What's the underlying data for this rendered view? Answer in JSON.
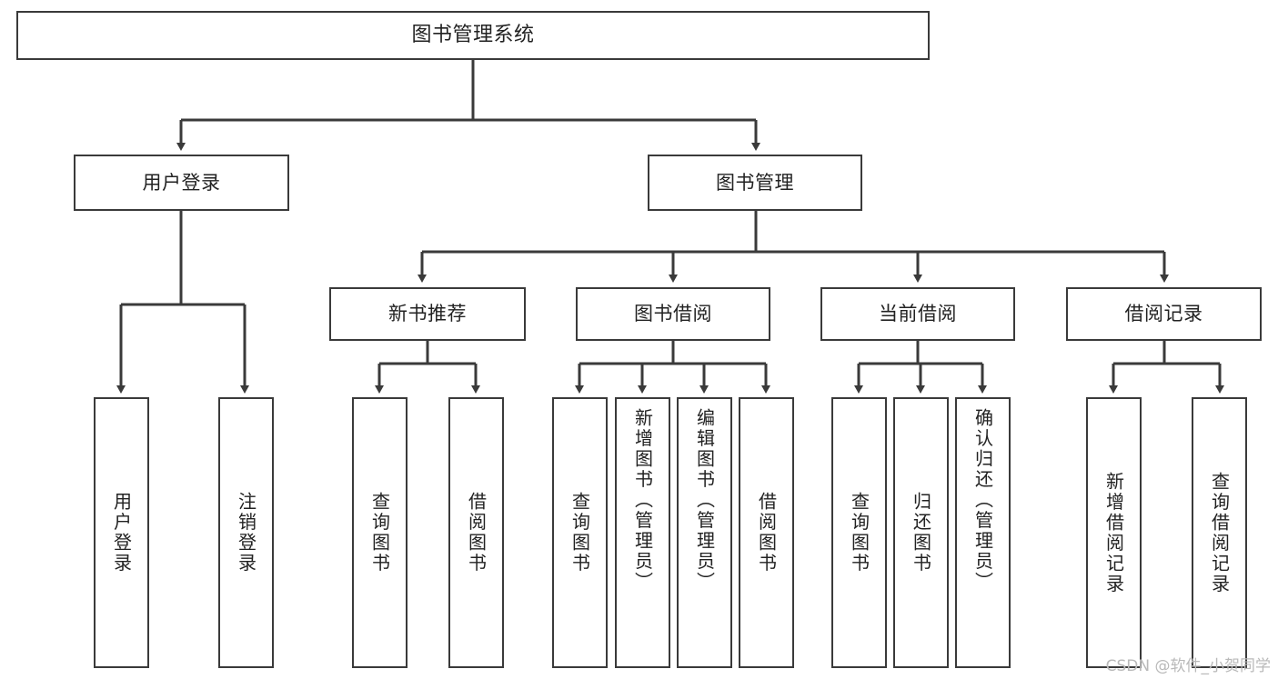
{
  "diagram": {
    "title": "图书管理系统",
    "type": "tree-hierarchy-diagram",
    "watermark": "CSDN @软件_小贺同学",
    "colors": {
      "box_border": "#3a3a3a",
      "box_fill": "#ffffff",
      "edge": "#3a3a3a",
      "text": "#222222",
      "watermark": "#b9b9b9",
      "background": "#ffffff"
    },
    "nodes": {
      "root": {
        "label": "图书管理系统"
      },
      "level2": [
        {
          "id": "user-login",
          "label": "用户登录"
        },
        {
          "id": "book-management",
          "label": "图书管理"
        }
      ],
      "level3": [
        {
          "id": "new-book-recommend",
          "label": "新书推荐"
        },
        {
          "id": "book-borrow",
          "label": "图书借阅"
        },
        {
          "id": "current-borrow",
          "label": "当前借阅"
        },
        {
          "id": "borrow-record",
          "label": "借阅记录"
        }
      ],
      "leaves": {
        "user_login": [
          {
            "id": "leaf-user-login",
            "label": "用户登录"
          },
          {
            "id": "leaf-logout-login",
            "label": "注销登录"
          }
        ],
        "new_book_recommend": [
          {
            "id": "leaf-query-book-1",
            "label": "查询图书"
          },
          {
            "id": "leaf-borrow-book-1",
            "label": "借阅图书"
          }
        ],
        "book_borrow": [
          {
            "id": "leaf-query-book-2",
            "label": "查询图书"
          },
          {
            "id": "leaf-add-book",
            "label": "新增图书（管理员）"
          },
          {
            "id": "leaf-edit-book",
            "label": "编辑图书（管理员）"
          },
          {
            "id": "leaf-borrow-book-2",
            "label": "借阅图书"
          }
        ],
        "current_borrow": [
          {
            "id": "leaf-query-book-3",
            "label": "查询图书"
          },
          {
            "id": "leaf-return-book",
            "label": "归还图书"
          },
          {
            "id": "leaf-confirm-return",
            "label": "确认归还（管理员）"
          }
        ],
        "borrow_record": [
          {
            "id": "leaf-add-record",
            "label": "新增借阅记录"
          },
          {
            "id": "leaf-query-record",
            "label": "查询借阅记录"
          }
        ]
      }
    }
  }
}
